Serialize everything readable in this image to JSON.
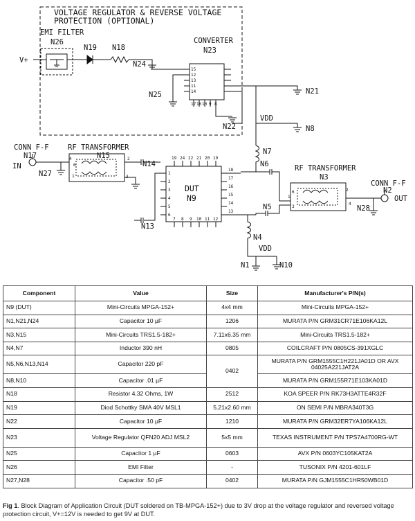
{
  "diagram": {
    "box_title": [
      "VOLTAGE REGULATOR & REVERSE VOLTAGE",
      "PROTECTION (OPTIONAL)"
    ],
    "emi_filter": "EMI FILTER",
    "converter": "CONVERTER",
    "dut": "DUT",
    "rf_transformer_left": "RF TRANSFORMER",
    "rf_transformer_right": "RF TRANSFORMER",
    "conn_in": [
      "CONN F-F",
      "IN"
    ],
    "conn_out": [
      "CONN F-F",
      "OUT"
    ],
    "vplus": "V+",
    "vdd_top": "VDD",
    "vdd_bottom": "VDD",
    "refs": {
      "n1": "N1",
      "n2": "N2",
      "n3": "N3",
      "n4": "N4",
      "n5": "N5",
      "n6": "N6",
      "n7": "N7",
      "n8": "N8",
      "n9": "N9",
      "n10": "N10",
      "n13": "N13",
      "n14": "N14",
      "n15": "N15",
      "n17": "N17",
      "n18": "N18",
      "n19": "N19",
      "n21": "N21",
      "n22": "N22",
      "n23": "N23",
      "n24": "N24",
      "n25": "N25",
      "n26": "N26",
      "n27": "N27",
      "n28": "N28"
    },
    "pins": {
      "t_left": [
        "4",
        "6",
        "1",
        "3",
        "2"
      ],
      "t_right": [
        "6",
        "4",
        "3",
        "1",
        "2"
      ],
      "dut_top": [
        "19",
        "24",
        "22",
        "21",
        "20",
        "19"
      ],
      "dut_left": [
        "1",
        "2",
        "3",
        "4",
        "5",
        "6"
      ],
      "dut_right": [
        "18",
        "17",
        "16",
        "15",
        "14",
        "13"
      ],
      "dut_bottom": [
        "7",
        "8",
        "9",
        "10",
        "11",
        "12"
      ],
      "conv_left": [
        "15",
        "12",
        "13",
        "11",
        "14"
      ],
      "conv_bottom": [
        "17",
        "16",
        "10",
        "9",
        "8"
      ]
    }
  },
  "table": {
    "headers": [
      "Component",
      "Value",
      "Size",
      "Manufacturer's P/N(s)"
    ],
    "rows": [
      {
        "component": "N9 (DUT)",
        "value": "Mini-Circuits MPGA-152+",
        "size": "4x4 mm",
        "pn": "Mini-Circuits MPGA-152+"
      },
      {
        "component": "N1,N21,N24",
        "value": "Capacitor 10 µF",
        "size": "1206",
        "pn": "MURATA P/N GRM31CR71E106KA12L"
      },
      {
        "component": "N3,N15",
        "value": "Mini-Circuits TRS1.5-182+",
        "size": "7.11x6.35 mm",
        "pn": "Mini-Circuits TRS1.5-182+"
      },
      {
        "component": "N4,N7",
        "value": "Inductor 390 nH",
        "size": "0805",
        "pn": "COILCRAFT P/N 0805CS-391XGLC"
      },
      {
        "component": "N5,N6,N13,N14",
        "value": "Capacitor 220 pF",
        "size": "0402",
        "pn": "MURATA P/N GRM1555C1H221JA01D OR AVX 04025A221JAT2A"
      },
      {
        "component": "N8,N10",
        "value": "Capacitor .01 µF",
        "size": "",
        "pn": "MURATA P/N GRM155R71E103KA01D"
      },
      {
        "component": "N18",
        "value": "Resistor 4.32 Ohms, 1W",
        "size": "2512",
        "pn": "KOA SPEER P/N RK73H3ATTE4R32F"
      },
      {
        "component": "N19",
        "value": "Diod Schottky SMA 40V MSL1",
        "size": "5.21x2.60 mm",
        "pn": "ON SEMI P/N MBRA340T3G"
      },
      {
        "component": "N22",
        "value": "Capacitor 10 µF",
        "size": "1210",
        "pn": "MURATA P/N GRM32ER7YA106KA12L"
      },
      {
        "component": "N23",
        "value": "Voltage Regulator QFN20 ADJ MSL2",
        "size": "5x5 mm",
        "pn": "TEXAS INSTRUMENT P/N TPS7A4700RG-WT"
      },
      {
        "component": "N25",
        "value": "Capacitor 1 µF",
        "size": "0603",
        "pn": "AVX P/N 0603YC105KAT2A"
      },
      {
        "component": "N26",
        "value": "EMI Filter",
        "size": "-",
        "pn": "TUSONIX P/N 4201-601LF"
      },
      {
        "component": "N27,N28",
        "value": "Capacitor .50 pF",
        "size": "0402",
        "pn": "MURATA P/N GJM1555C1HR50WB01D"
      }
    ]
  },
  "caption": {
    "label": "Fig 1",
    "text": ". Block Diagram of Application Circuit (DUT soldered on TB-MPGA-152+) due to 3V drop at the voltage regulator and reversed voltage protection circuit, V+=12V is needed to get 9V at DUT."
  }
}
